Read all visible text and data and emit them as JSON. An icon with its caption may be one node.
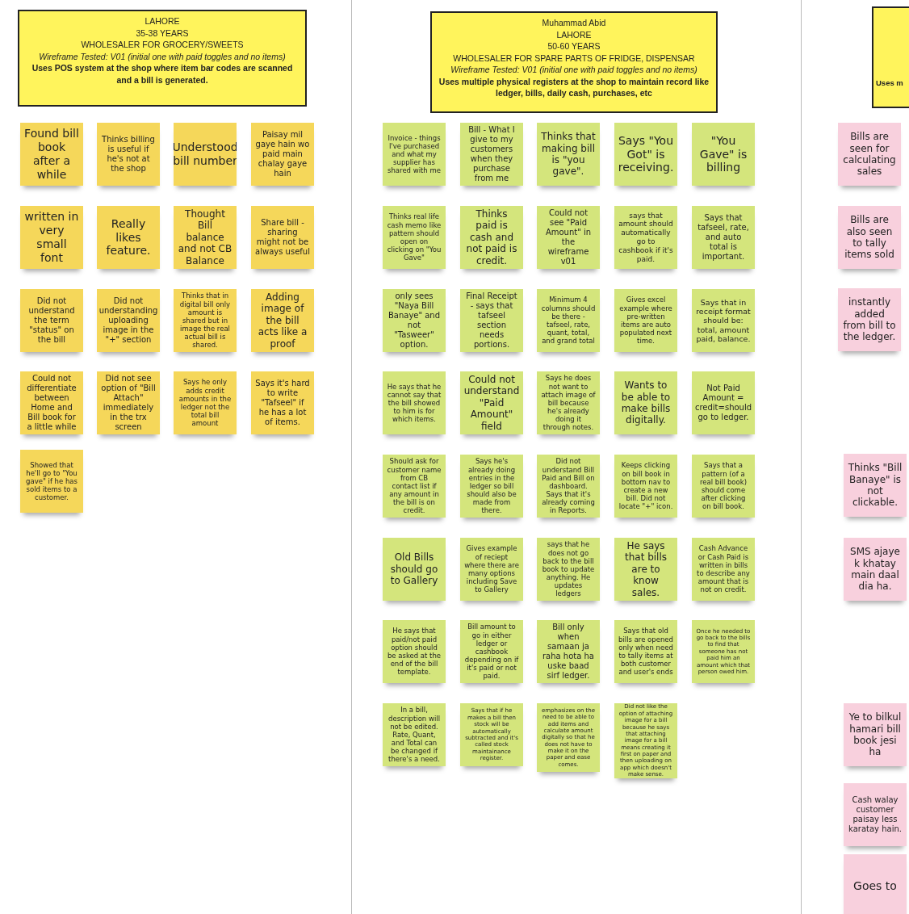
{
  "diagram": {
    "nodes": [
      {
        "text": [
          "LAHORE",
          "35-38 YEARS",
          "WHOLESALER FOR GROCERY/SWEETS",
          "Wireframe Tested: V01 (initial one with paid toggles and no items)",
          "Uses POS system at the shop where item bar codes are scanned and a bill is generated."
        ]
      },
      {
        "text": [
          "Found bill book after a while"
        ]
      },
      {
        "text": [
          "Thinks billing is useful if he's not at the shop"
        ]
      },
      {
        "text": [
          "Understood bill number"
        ]
      },
      {
        "text": [
          "Paisay mil gaye hain wo paid main chalay gaye hain"
        ]
      },
      {
        "text": [
          "written in very small font"
        ]
      },
      {
        "text": [
          "Really likes feature."
        ]
      },
      {
        "text": [
          "Thought Bill balance and not CB Balance"
        ]
      },
      {
        "text": [
          "Share bill - sharing might not be always useful"
        ]
      },
      {
        "text": [
          "Did not understand the term \"status\" on the bill"
        ]
      },
      {
        "text": [
          "Did not understanding uploading image in the \"+\" section"
        ]
      },
      {
        "text": [
          "Thinks that in digital bill only amount is shared but in image the real actual bill is shared."
        ]
      },
      {
        "text": [
          "Adding image of the bill acts like a proof"
        ]
      },
      {
        "text": [
          "Could not differentiate between Home and Bill book for a little while"
        ]
      },
      {
        "text": [
          "Did not see option of \"Bill Attach\" immediately in the trx screen"
        ]
      },
      {
        "text": [
          "Says he only adds credit amounts in the ledger not the total bill amount"
        ]
      },
      {
        "text": [
          "Says it's hard to write \"Tafseel\" if he has a lot of items."
        ]
      },
      {
        "text": [
          "Showed that he'll go to \"You gave\" if he has sold items to a customer."
        ]
      },
      {
        "text": [
          "Muhammad Abid",
          "LAHORE",
          "50-60 YEARS",
          "WHOLESALER FOR SPARE PARTS OF FRIDGE, DISPENSAR",
          "Wireframe Tested: V01 (initial one with paid toggles and no items)",
          "Uses multiple physical registers at the shop to maintain record like ledger, bills, daily cash, purchases, etc"
        ]
      },
      {
        "text": [
          "Invoice - things I've purchased and what my supplier has shared with me"
        ]
      },
      {
        "text": [
          "Bill - What I give to my customers when they purchase from me"
        ]
      },
      {
        "text": [
          "Thinks that making bill is \"you gave\"."
        ]
      },
      {
        "text": [
          "Says \"You Got\" is receiving."
        ]
      },
      {
        "text": [
          "\"You Gave\" is billing"
        ]
      },
      {
        "text": [
          "Thinks real life cash memo like pattern should open on clicking on \"You Gave\""
        ]
      },
      {
        "text": [
          "Thinks paid is cash and not paid is credit."
        ]
      },
      {
        "text": [
          "Could not see \"Paid Amount\" in the wireframe v01"
        ]
      },
      {
        "text": [
          "says that amount should automatically go to cashbook if it's paid."
        ]
      },
      {
        "text": [
          "Says that tafseel, rate, and auto total is important."
        ]
      },
      {
        "text": [
          "only sees \"Naya Bill Banaye\" and not \"Tasweer\" option."
        ]
      },
      {
        "text": [
          "Final Receipt - says that tafseel section needs portions."
        ]
      },
      {
        "text": [
          "Minimum 4 columns should be there - tafseel, rate, quant, total, and grand total"
        ]
      },
      {
        "text": [
          "Gives excel example where pre-written items are auto populated next time."
        ]
      },
      {
        "text": [
          "Says that in receipt format should be: total, amount paid, balance."
        ]
      },
      {
        "text": [
          "He says that he cannot say that the bill showed to him is for which items."
        ]
      },
      {
        "text": [
          "Could not understand \"Paid Amount\" field"
        ]
      },
      {
        "text": [
          "Says he does not want to attach image of bill because he's already doing it through notes."
        ]
      },
      {
        "text": [
          "Wants to be able to make bills digitally."
        ]
      },
      {
        "text": [
          "Not Paid Amount = credit=should go to ledger."
        ]
      },
      {
        "text": [
          "Should ask for customer name from CB contact list if any amount in the bill is on credit."
        ]
      },
      {
        "text": [
          "Says he's already doing entries in the ledger so bill should also be made from there."
        ]
      },
      {
        "text": [
          "Did not understand Bill Paid and Bill on dashboard. Says that it's already coming in Reports."
        ]
      },
      {
        "text": [
          "Keeps clicking on bill book in bottom nav to create a new bill. Did not locate \"+\" icon."
        ]
      },
      {
        "text": [
          "Says that a pattern (of a real bill book) should come after clicking on bill book."
        ]
      },
      {
        "text": [
          "Old Bills should go to Gallery"
        ]
      },
      {
        "text": [
          "Gives example of reciept where there are many options including Save to Gallery"
        ]
      },
      {
        "text": [
          "says that he does not go back to the bill book to update anything. He updates ledgers"
        ]
      },
      {
        "text": [
          "He says that bills are to know sales."
        ]
      },
      {
        "text": [
          "Cash Advance or Cash Paid is written in bills to describe any amount that is not on credit."
        ]
      },
      {
        "text": [
          "He says that paid/not paid option should be asked at the end of the bill template."
        ]
      },
      {
        "text": [
          "Bill amount to go in either ledger or cashbook depending on if it's paid or not paid."
        ]
      },
      {
        "text": [
          "Bill only when samaan ja raha hota ha uske baad sirf ledger."
        ]
      },
      {
        "text": [
          "Says that old bills are opened only when need to tally items at both customer and user's ends"
        ]
      },
      {
        "text": [
          "Once he needed to go back to the bills to find that someone has not paid him an amount which that person owed him."
        ]
      },
      {
        "text": [
          "In a bill, description will not be edited. Rate, Quant, and Total can be changed if there's a need."
        ]
      },
      {
        "text": [
          "Says that if he makes a bill then stock will be automatically subtracted and it's called stock maintainance register."
        ]
      },
      {
        "text": [
          "emphasizes on the need to be able to add items and calculate amount digitally so that he does not have to make it on the paper and ease comes."
        ]
      },
      {
        "text": [
          "Did not like the option of attaching image for a bill because he says that attaching image for a bill means creating it first on paper and then uploading on app which doesn't make sense."
        ]
      },
      {
        "text": [
          "Uses m"
        ]
      },
      {
        "text": [
          "Bills are seen for calculating sales"
        ]
      },
      {
        "text": [
          "Bills are also seen to tally items sold"
        ]
      },
      {
        "text": [
          "instantly added from bill to the ledger."
        ]
      },
      {
        "text": [
          "Thinks \"Bill Banaye\" is not clickable."
        ]
      },
      {
        "text": [
          "SMS ajaye k khatay main daal dia ha."
        ]
      },
      {
        "text": [
          "Ye to bilkul hamari bill book jesi ha"
        ]
      },
      {
        "text": [
          "Cash walay customer paisay less karatay hain."
        ]
      },
      {
        "text": [
          "Goes to"
        ]
      }
    ]
  }
}
